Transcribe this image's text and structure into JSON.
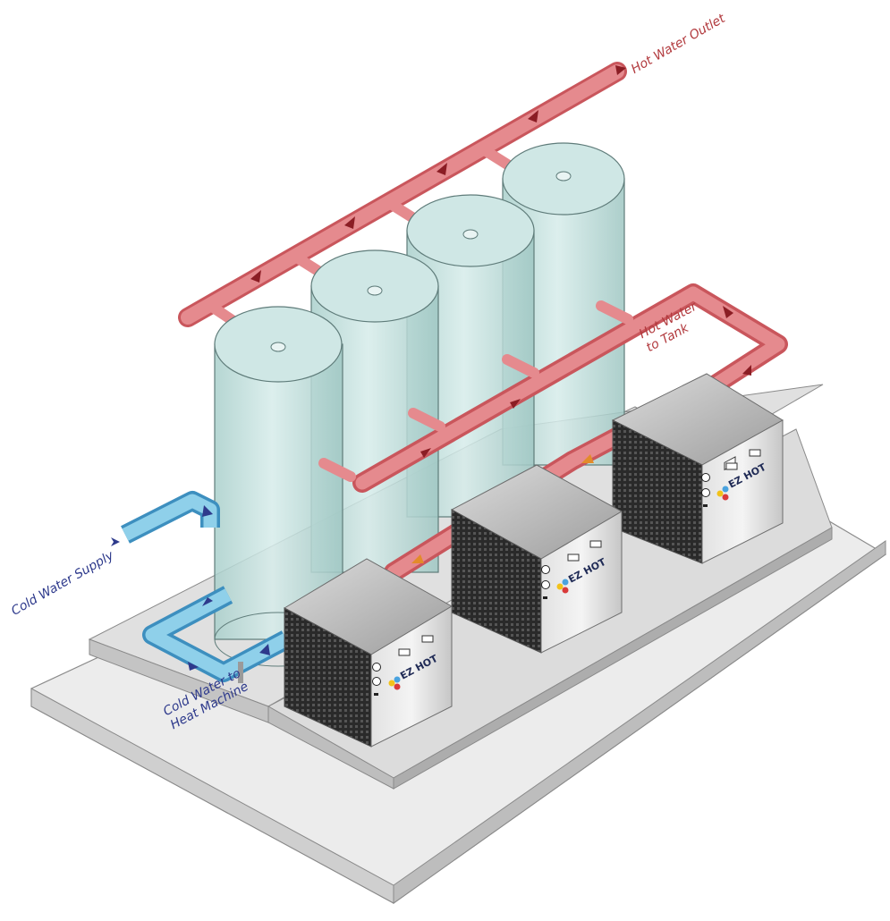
{
  "labels": {
    "hot_water_outlet": "Hot Water Outlet",
    "hot_water_to_tank_line1": "Hot Water",
    "hot_water_to_tank_line2": "to Tank",
    "cold_water_supply": "Cold Water Supply",
    "cold_water_to_heat_machine_line1": "Cold Water to",
    "cold_water_to_heat_machine_line2": "Heat Machine"
  },
  "heat_pump_units": [
    {
      "brand": "EZ HOT"
    },
    {
      "brand": "EZ HOT"
    },
    {
      "brand": "EZ HOT"
    }
  ],
  "tank_count": 4,
  "colors": {
    "hot_pipe": "#e58a8e",
    "hot_pipe_dark": "#c9565c",
    "hot_text": "#b23a3e",
    "cold_pipe": "#8fd0ea",
    "cold_pipe_dark": "#3d8fbf",
    "cold_text": "#2e3a8c",
    "tank_fill": "#c9e4e2",
    "unit_body": "#c9c9c9",
    "floor": "#e8e8e8"
  }
}
